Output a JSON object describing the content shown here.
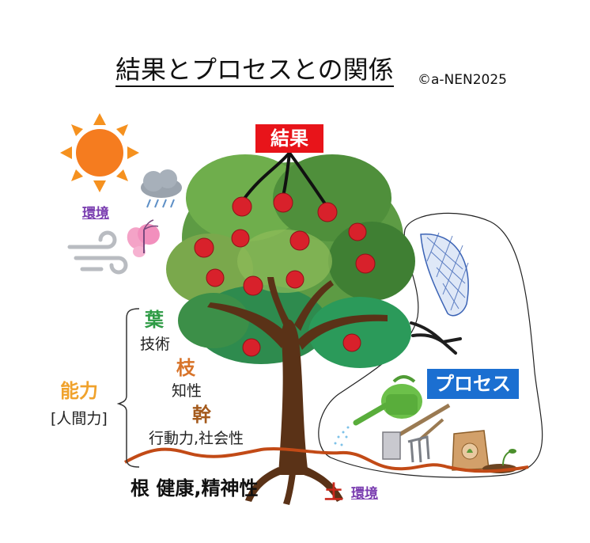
{
  "title": "結果とプロセスとの関係",
  "copyright": "©a-NEN2025",
  "labels": {
    "result": "結果",
    "process": "プロセス",
    "environment_top": "環境",
    "leaf": "葉",
    "leaf_meaning": "技術",
    "branch": "枝",
    "branch_meaning": "知性",
    "trunk": "幹",
    "trunk_meaning": "行動力,社会性",
    "ability": "能力",
    "ability_sub": "[人間力]",
    "root": "根  健康,精神性",
    "soil": "土",
    "environment_bottom": "環境"
  },
  "icons": [
    "sun-icon",
    "rain-cloud-icon",
    "wind-icon",
    "butterfly-icon",
    "net-icon",
    "pruning-shears-icon",
    "watering-can-icon",
    "shovel-icon",
    "rake-icon",
    "fertilizer-bag-icon",
    "sprout-icon"
  ],
  "colors": {
    "result_badge": "#e8141a",
    "process_badge": "#1b6fd1",
    "environment_text": "#7a3db0",
    "leaf_text": "#2e9b45",
    "branch_text": "#d8742a",
    "trunk_text": "#a45a1c",
    "ability_text": "#f0a22c",
    "soil_text": "#c9281c",
    "root_line": "#c24a16",
    "fruit": "#d8212b"
  }
}
